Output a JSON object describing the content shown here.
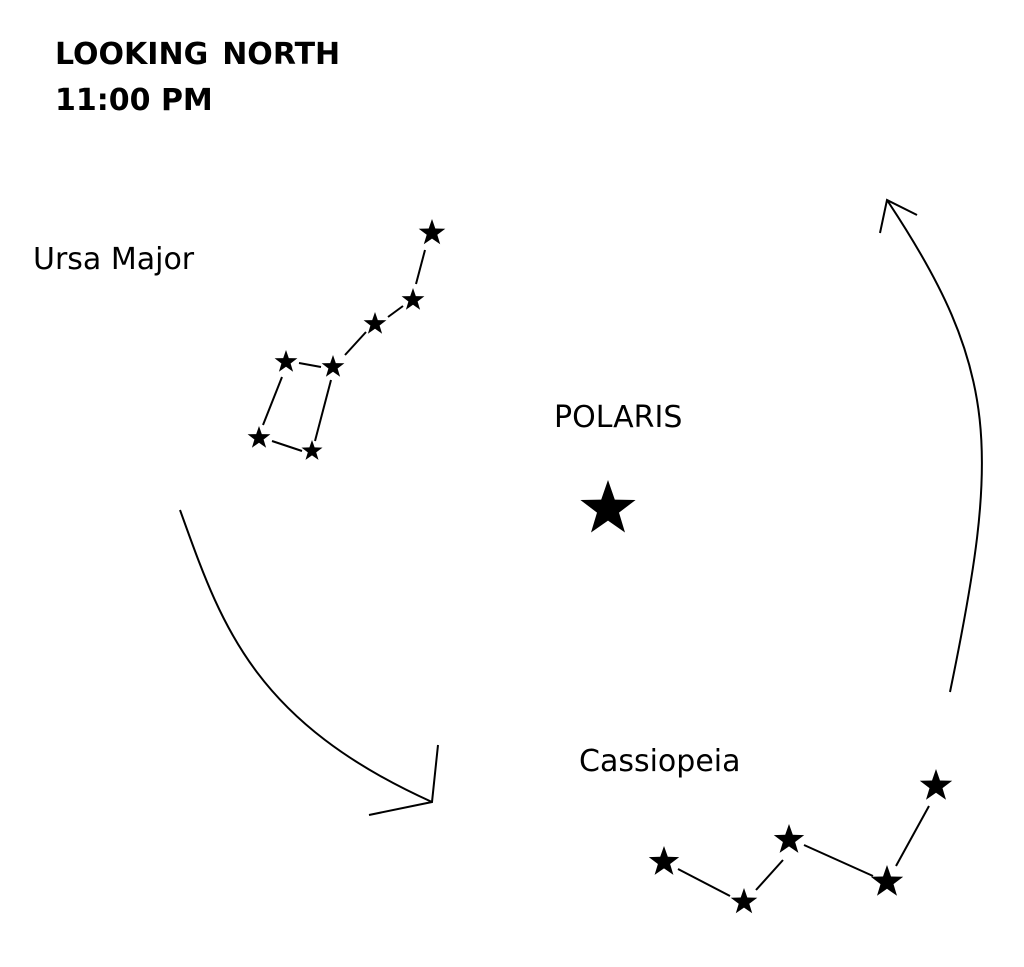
{
  "title": {
    "line1_word1": "LOOKING",
    "line1_word2": "NORTH",
    "line2": "11:00 PM"
  },
  "labels": {
    "ursa_major": "Ursa Major",
    "polaris": "POLARIS",
    "cassiopeia": "Cassiopeia"
  },
  "colors": {
    "ink": "#000000",
    "background": "#ffffff"
  },
  "icons": {
    "star": "five-pointed-star",
    "arrow": "curved-arrow"
  }
}
